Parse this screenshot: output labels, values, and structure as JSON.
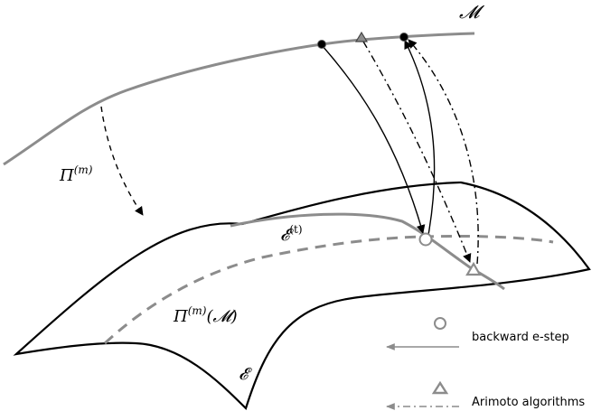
{
  "labels": {
    "manifold_m": "𝓜",
    "projection": "Π",
    "projection_sup": "(m)",
    "projected_sup": "(m)",
    "projected_arg": "(𝓜)",
    "family_e": "𝓔",
    "family_e_t_sup": "(t)"
  },
  "legend": {
    "backward_label": "backward  e-step",
    "arimoto_label": "Arimoto algorithms"
  },
  "colors": {
    "curve_gray": "#8c8c8c",
    "surface_black": "#000000",
    "marker_fill_gray": "#8c8c8c"
  }
}
